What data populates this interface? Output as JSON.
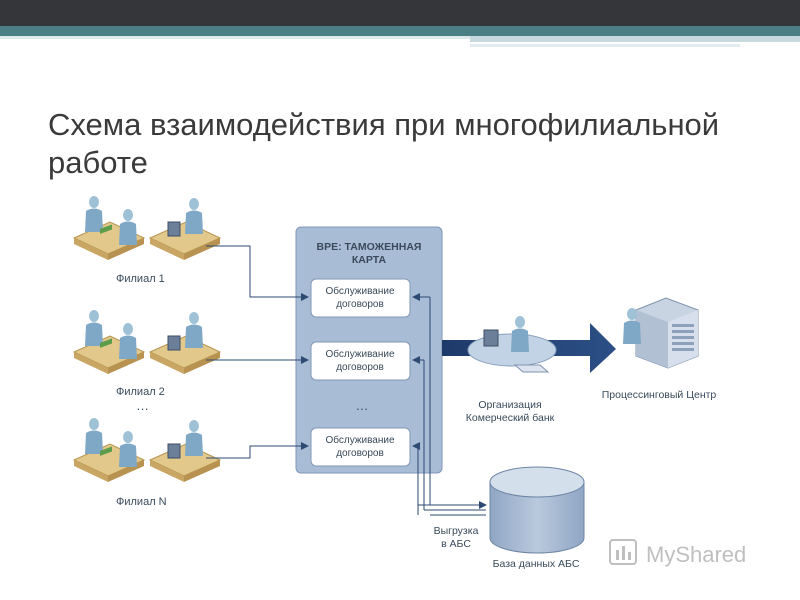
{
  "title": "Схема взаимодействия при многофилиальной работе",
  "branches": [
    {
      "label": "Филиал 1"
    },
    {
      "label": "Филиал 2"
    },
    {
      "label": "Филиал N"
    }
  ],
  "branch_ellipsis": "…",
  "vpe": {
    "title_line1": "ВРЕ: ТАМОЖЕННАЯ",
    "title_line2": "КАРТА",
    "service_line1": "Обслуживание",
    "service_line2": "договоров",
    "ellipsis": "…"
  },
  "organization": {
    "line1": "Организация",
    "line2": "Комерческий банк"
  },
  "processing": {
    "label": "Процессинговый Центр"
  },
  "export": {
    "line1": "Выгрузка",
    "line2": "в АБС"
  },
  "database": {
    "label": "База данных АБС"
  },
  "watermark": {
    "text": "MyShared"
  }
}
